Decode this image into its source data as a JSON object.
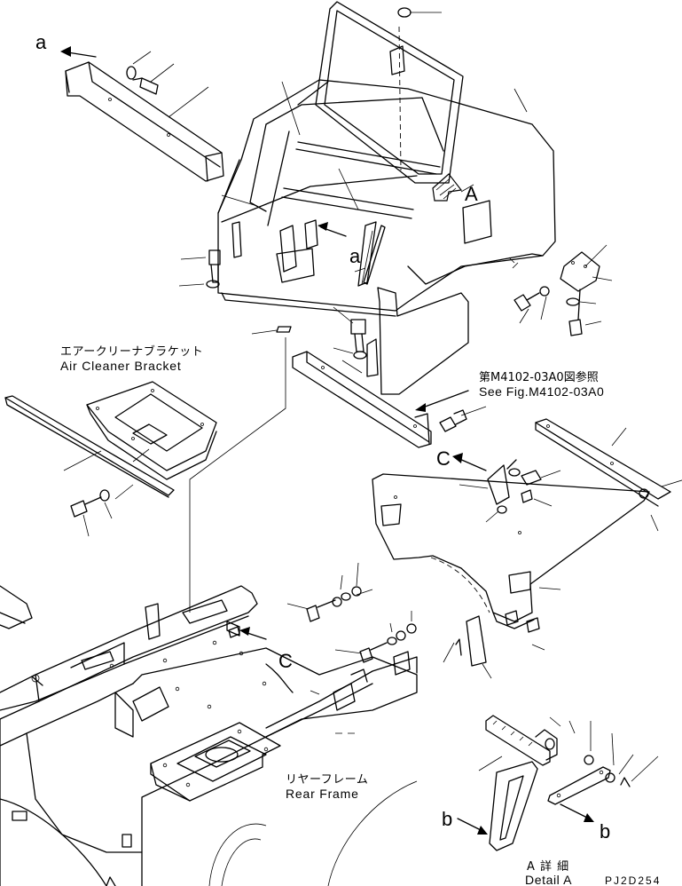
{
  "labels": {
    "air_cleaner_bracket_jp": "エアークリーナブラケット",
    "air_cleaner_bracket_en": "Air Cleaner Bracket",
    "see_fig_jp": "第M4102-03A0図参照",
    "see_fig_en": "See Fig.M4102-03A0",
    "rear_frame_jp": "リヤーフレーム",
    "rear_frame_en": "Rear Frame",
    "detail_a_jp": "A 詳 細",
    "detail_a_en": "Detail A",
    "drawing_code": "PJ2D254"
  },
  "view_letters": {
    "a_top": "a",
    "a_mid": "a",
    "A_main": "A",
    "C_right": "C",
    "C_lower": "C",
    "b_left": "b",
    "b_right": "b"
  }
}
